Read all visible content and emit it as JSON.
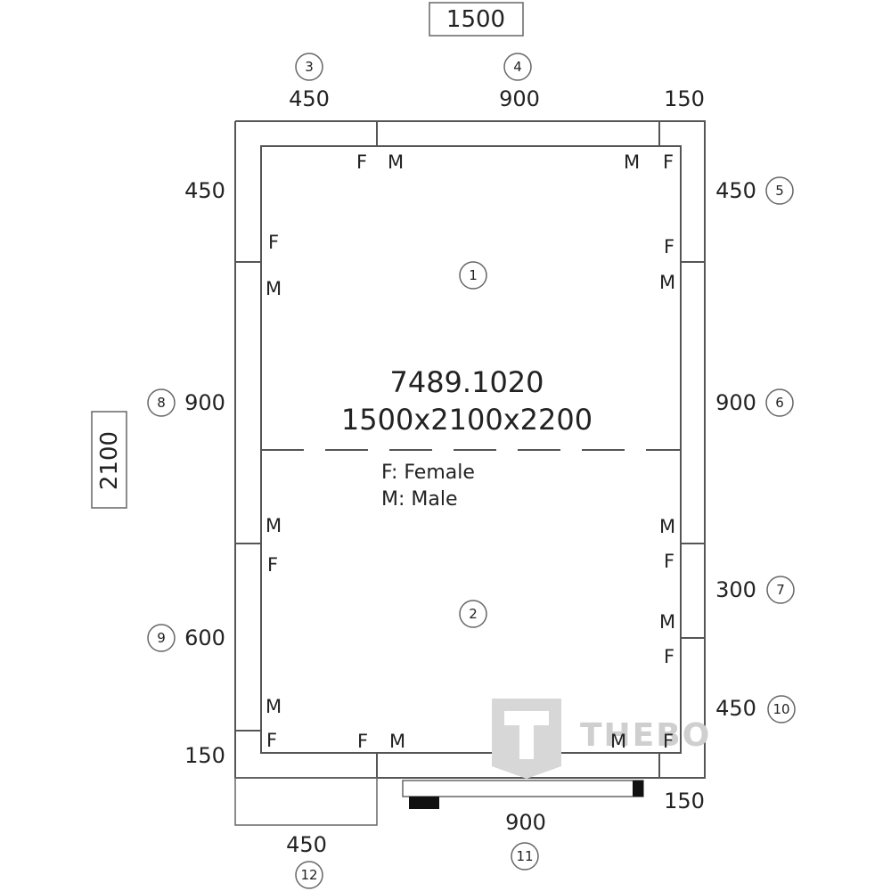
{
  "overall": {
    "width": "1500",
    "depth": "2100"
  },
  "model": {
    "code": "7489.1020",
    "size": "1500x2100x2200"
  },
  "legend": {
    "female": "F: Female",
    "male": "M: Male"
  },
  "watermark": {
    "brand": "THEBO"
  },
  "panels": [
    {
      "id": "1",
      "dim": ""
    },
    {
      "id": "2",
      "dim": ""
    },
    {
      "id": "3",
      "dim": "450"
    },
    {
      "id": "4",
      "dim": "900"
    },
    {
      "id": "5",
      "dim": "450"
    },
    {
      "id": "6",
      "dim": "900"
    },
    {
      "id": "7",
      "dim": "300"
    },
    {
      "id": "8",
      "dim": "900"
    },
    {
      "id": "9",
      "dim": "600"
    },
    {
      "id": "10",
      "dim": "450"
    },
    {
      "id": "11",
      "dim": "900"
    },
    {
      "id": "12",
      "dim": "450"
    }
  ],
  "corner_dims": {
    "top_right": "150",
    "left_top": "450",
    "bottom_left": "150",
    "bottom_right": "150"
  },
  "joints": {
    "female": "F",
    "male": "M"
  }
}
